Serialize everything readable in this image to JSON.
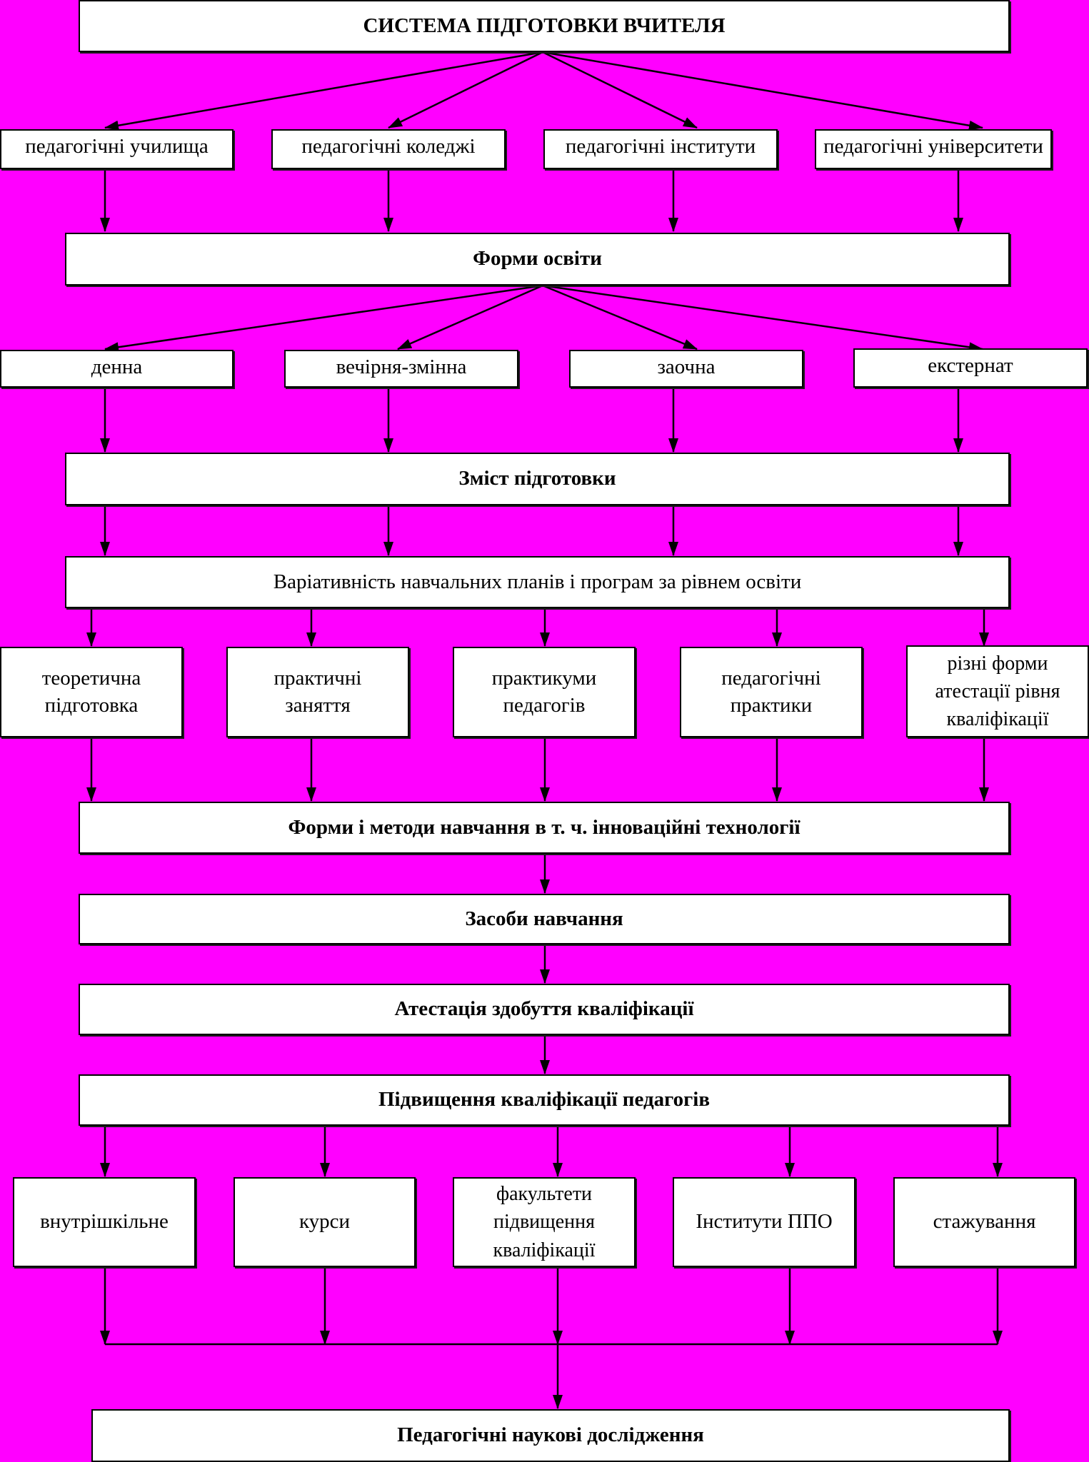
{
  "colors": {
    "background": "#ff00ff",
    "box_fill": "#ffffff",
    "line": "#000000"
  },
  "title": "СИСТЕМА ПІДГОТОВКИ ВЧИТЕЛЯ",
  "institutions": [
    "педагогічні училища",
    "педагогічні коледжі",
    "педагогічні інститути",
    "педагогічні університети"
  ],
  "forms_heading": "Форми освіти",
  "study_forms": [
    "денна",
    "вечірня-змінна",
    "заочна",
    "екстернат"
  ],
  "content_heading": "Зміст підготовки",
  "variability": "Варіативність навчальних планів і програм за рівнем освіти",
  "training_components": [
    {
      "line1": "теоретична",
      "line2": "підготовка",
      "line3": ""
    },
    {
      "line1": "практичні",
      "line2": "заняття",
      "line3": ""
    },
    {
      "line1": "практикуми",
      "line2": "педагогів",
      "line3": ""
    },
    {
      "line1": "педагогічні",
      "line2": "практики",
      "line3": ""
    },
    {
      "line1": "різні форми",
      "line2": "атестації рівня",
      "line3": "кваліфікації"
    }
  ],
  "methods": "Форми і методи навчання в т. ч. інноваційні технології",
  "means": "Засоби навчання",
  "attestation": "Атестація здобуття кваліфікації",
  "qualification_upgrade": "Підвищення кваліфікації педагогів",
  "upgrade_forms": [
    {
      "line1": "внутрішкільне",
      "line2": "",
      "line3": ""
    },
    {
      "line1": "курси",
      "line2": "",
      "line3": ""
    },
    {
      "line1": "факультети",
      "line2": "підвищення",
      "line3": "кваліфікації"
    },
    {
      "line1": "Інститути ППО",
      "line2": "",
      "line3": ""
    },
    {
      "line1": "стажування",
      "line2": "",
      "line3": ""
    }
  ],
  "research": "Педагогічні наукові дослідження"
}
